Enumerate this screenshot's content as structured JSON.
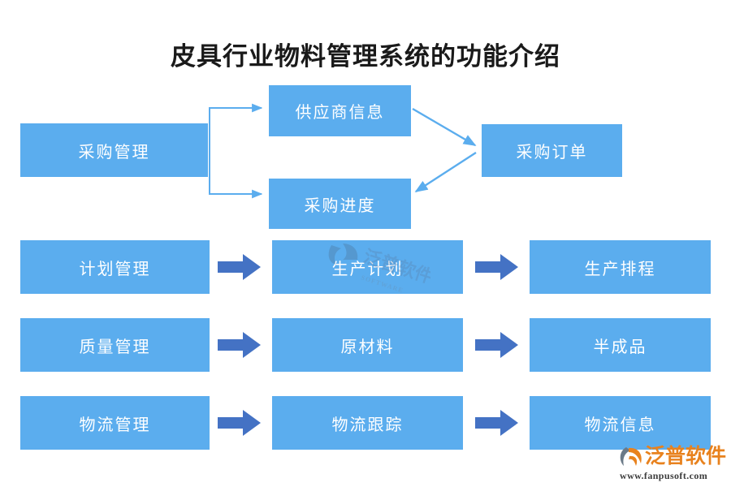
{
  "page": {
    "title": "皮具行业物料管理系统的功能介绍",
    "background_color": "#FFFFFF"
  },
  "colors": {
    "node_fill": "#5BADEE",
    "node_text": "#FFFFFF",
    "connector_line": "#5BADEE",
    "block_arrow": "#4472C4",
    "title_text": "#1A1A1A",
    "logo_orange": "#E8821E"
  },
  "diagram": {
    "type": "flowchart",
    "top_cluster": {
      "source": {
        "label": "采购管理"
      },
      "branches": [
        {
          "label": "供应商信息"
        },
        {
          "label": "采购进度"
        }
      ],
      "target": {
        "label": "采购订单"
      },
      "edges": [
        {
          "from": "采购管理",
          "to": "供应商信息",
          "style": "elbow-arrow"
        },
        {
          "from": "采购管理",
          "to": "采购进度",
          "style": "elbow-arrow"
        },
        {
          "from": "供应商信息",
          "to": "采购订单",
          "style": "diagonal-arrow"
        },
        {
          "from": "采购订单",
          "to": "采购进度",
          "style": "diagonal-arrow"
        }
      ]
    },
    "rows": [
      {
        "id": "planning",
        "left": "计划管理",
        "middle": "生产计划",
        "right": "生产排程",
        "arrow": "block-arrow-right"
      },
      {
        "id": "quality",
        "left": "质量管理",
        "middle": "原材料",
        "right": "半成品",
        "arrow": "block-arrow-right"
      },
      {
        "id": "logistics",
        "left": "物流管理",
        "middle": "物流跟踪",
        "right": "物流信息",
        "arrow": "block-arrow-right"
      }
    ]
  },
  "logo": {
    "name": "泛普软件",
    "url": "www.fanpusoft.com",
    "mark": "fanpu-swoosh-icon"
  },
  "watermark": {
    "text": "泛普软件",
    "sub": "SOFTWARE"
  }
}
